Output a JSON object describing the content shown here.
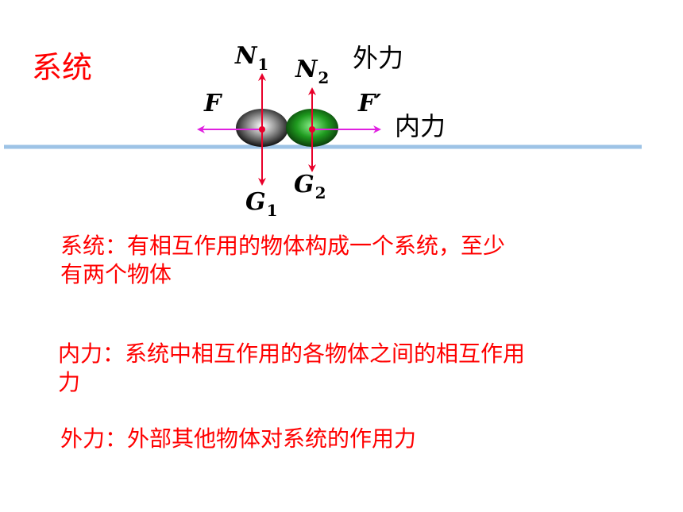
{
  "title": "系统",
  "diagram": {
    "labels": {
      "N1": {
        "letter": "N",
        "sub": "1"
      },
      "N2": {
        "letter": "N",
        "sub": "2"
      },
      "F": {
        "letter": "F"
      },
      "F_prime": {
        "letter": "F′"
      },
      "G1": {
        "letter": "G",
        "sub": "1"
      },
      "G2": {
        "letter": "G",
        "sub": "2"
      }
    },
    "external_force_label": "外力",
    "internal_force_label": "内力",
    "colors": {
      "ground": "#9dc3e6",
      "vertical_arrow": "#e8002a",
      "horizontal_arrow": "#e020e0",
      "left_ball": "#333333",
      "right_ball": "#1a7a1a"
    }
  },
  "definitions": {
    "system_line1": "系统：有相互作用的物体构成一个系统，至少",
    "system_line2": "有两个物体",
    "internal_line1": "内力：系统中相互作用的各物体之间的相互作用",
    "internal_line2": "力",
    "external": "外力：外部其他物体对系统的作用力"
  }
}
